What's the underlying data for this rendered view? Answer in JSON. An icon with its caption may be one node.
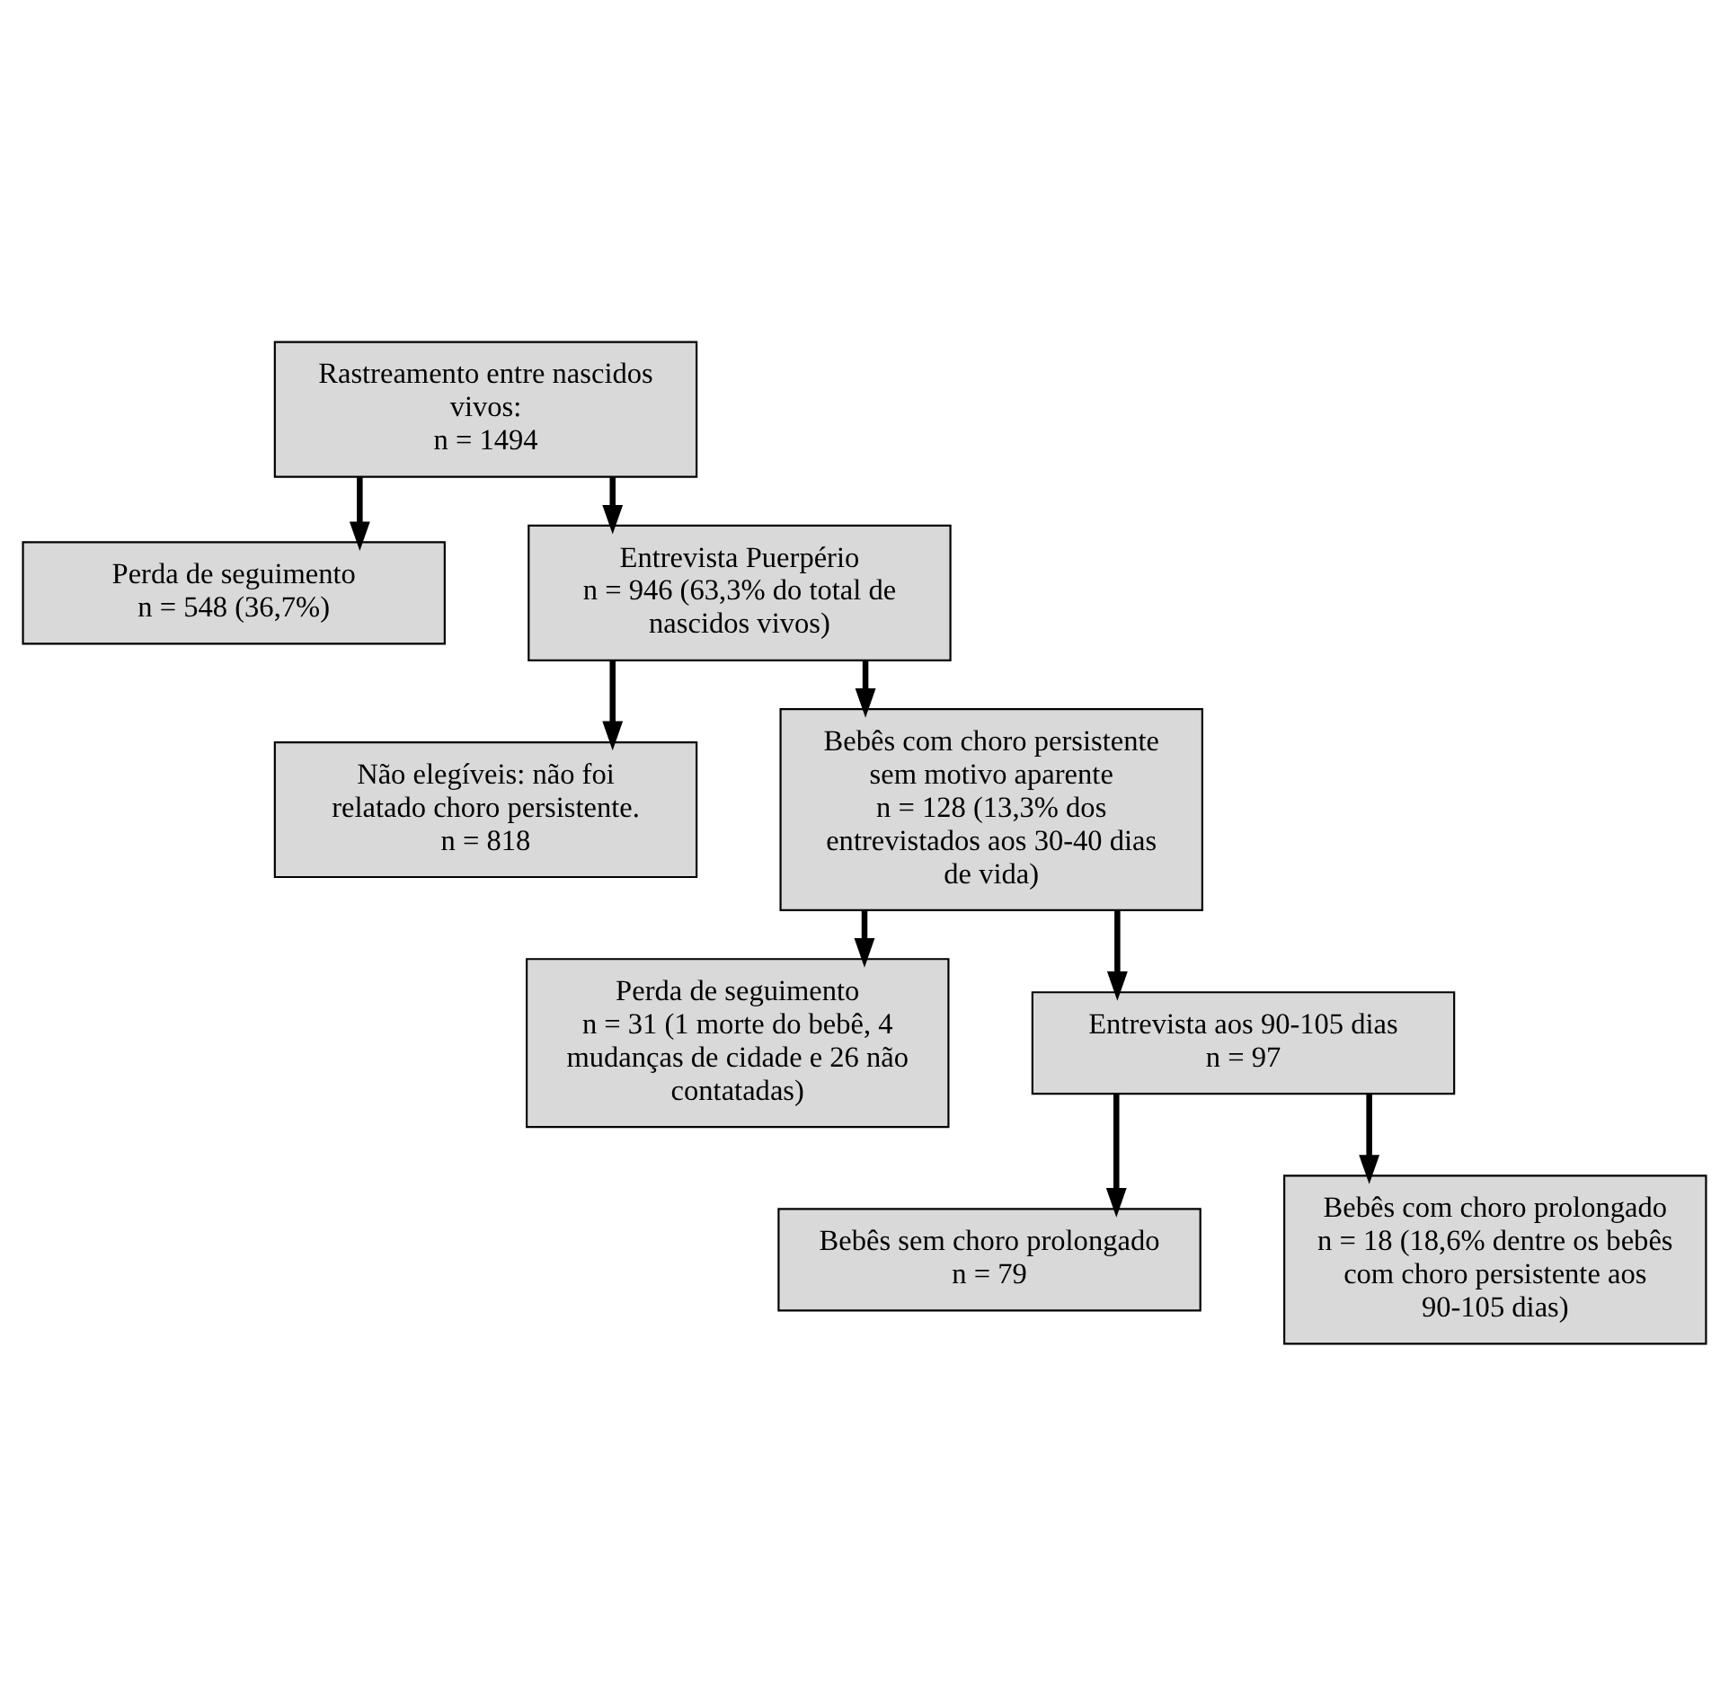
{
  "diagram": {
    "nodes": [
      {
        "text": [
          "Rastreamento entre nascidos vivos:",
          "n = 1494"
        ]
      },
      {
        "text": [
          "Perda de seguimento",
          "n = 548 (36,7%)"
        ]
      },
      {
        "text": [
          "Entrevista Puerpério",
          "n = 946 (63,3% do total de nascidos vivos)"
        ]
      },
      {
        "text": [
          "Não elegíveis: não foi relatado choro persistente.",
          "n = 818"
        ]
      },
      {
        "text": [
          "Bebês com choro persistente sem motivo aparente",
          "n = 128 (13,3% dos entrevistados aos 30-40 dias de vida)"
        ]
      },
      {
        "text": [
          "Perda de seguimento",
          "n = 31 (1 morte do bebê, 4 mudanças de cidade e 26 não contatadas)"
        ]
      },
      {
        "text": [
          "Entrevista aos 90-105 dias",
          "n = 97"
        ]
      },
      {
        "text": [
          "Bebês sem choro prolongado",
          "n = 79"
        ]
      },
      {
        "text": [
          "Bebês com choro prolongado",
          "n = 18 (18,6% dentre os bebês com choro persistente aos 90-105 dias)"
        ]
      }
    ],
    "edges": [
      {
        "from": 0,
        "to": 1,
        "arrow": "to"
      },
      {
        "from": 0,
        "to": 2,
        "arrow": "to"
      },
      {
        "from": 2,
        "to": 3,
        "arrow": "to"
      },
      {
        "from": 2,
        "to": 4,
        "arrow": "to"
      },
      {
        "from": 4,
        "to": 5,
        "arrow": "to"
      },
      {
        "from": 4,
        "to": 6,
        "arrow": "to"
      },
      {
        "from": 6,
        "to": 7,
        "arrow": "to"
      },
      {
        "from": 6,
        "to": 8,
        "arrow": "to"
      }
    ]
  }
}
